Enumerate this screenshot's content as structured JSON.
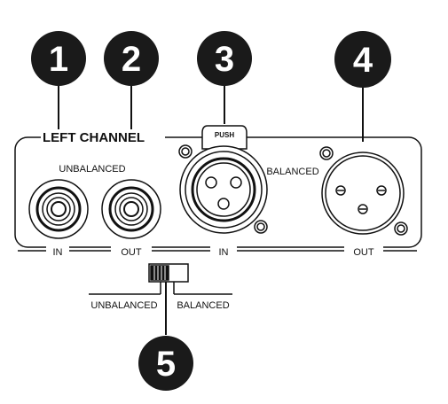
{
  "callouts": [
    "1",
    "2",
    "3",
    "4",
    "5"
  ],
  "panel": {
    "title": "LEFT CHANNEL",
    "unbalanced_label": "UNBALANCED",
    "balanced_label": "BALANCED",
    "push_label": "PUSH"
  },
  "bottom_labels": {
    "in_1": "IN",
    "out_1": "OUT",
    "in_2": "IN",
    "out_2": "OUT"
  },
  "switch": {
    "left_label": "UNBALANCED",
    "right_label": "BALANCED"
  },
  "colors": {
    "ink": "#111111",
    "callout_fill": "#1a1a1a",
    "background": "#ffffff"
  }
}
